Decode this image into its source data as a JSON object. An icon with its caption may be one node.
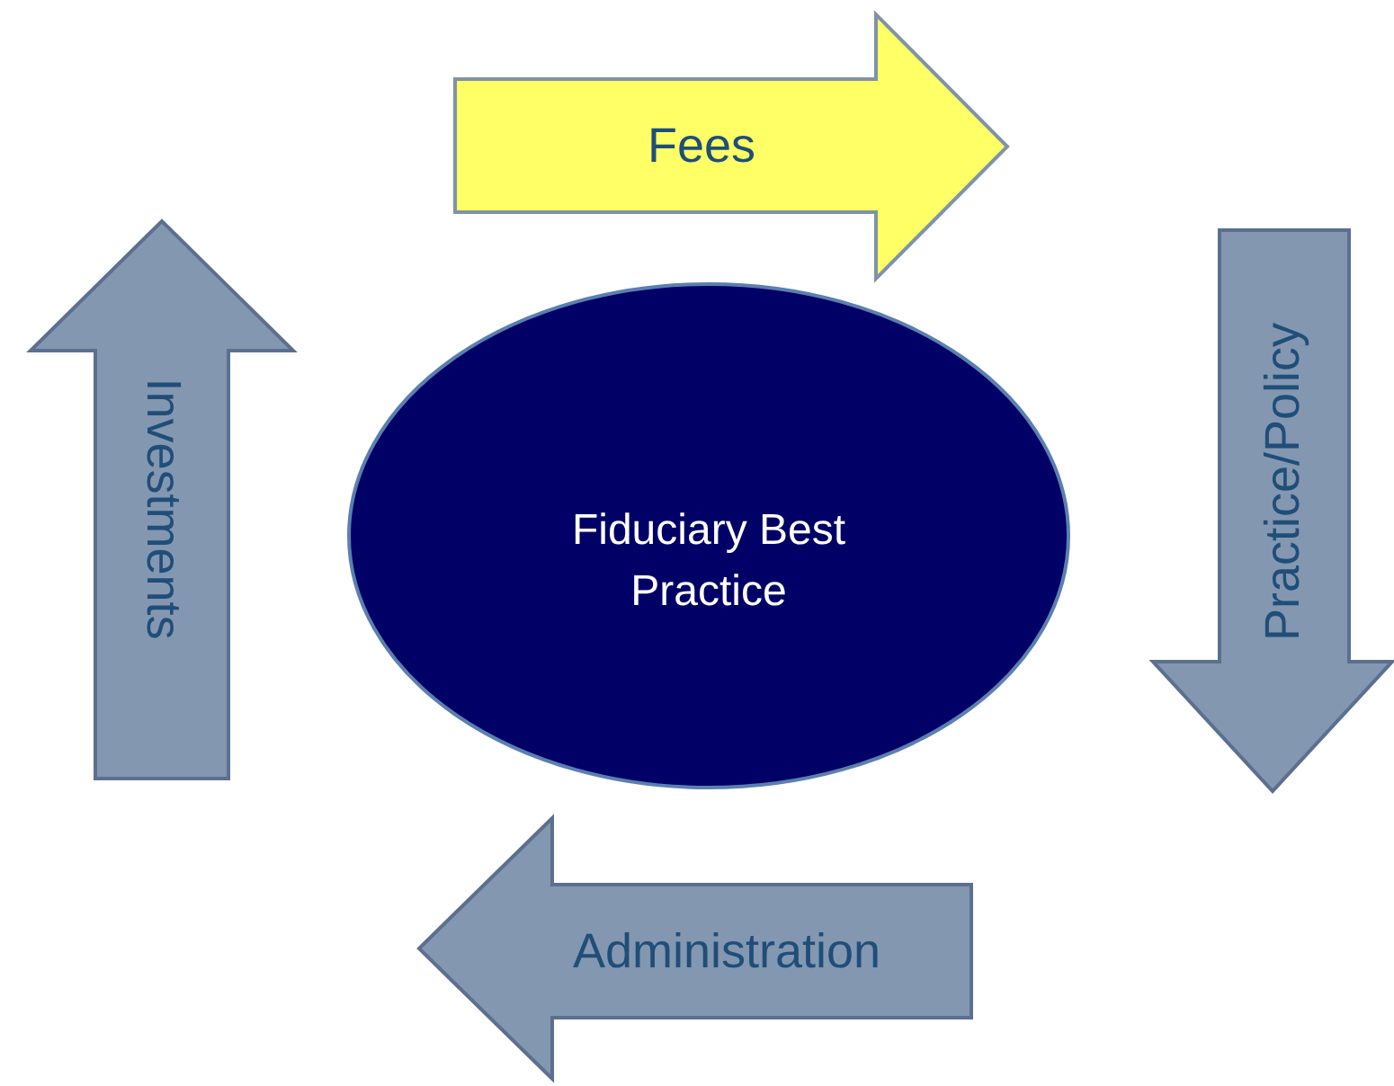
{
  "diagram": {
    "nodes": [
      {
        "text": [
          "Fees"
        ]
      },
      {
        "text": [
          "Investments"
        ]
      },
      {
        "text": [
          "Fiduciary Best Practice"
        ]
      },
      {
        "text": [
          "Practice/Policy"
        ]
      },
      {
        "text": [
          "Administration"
        ]
      }
    ]
  }
}
